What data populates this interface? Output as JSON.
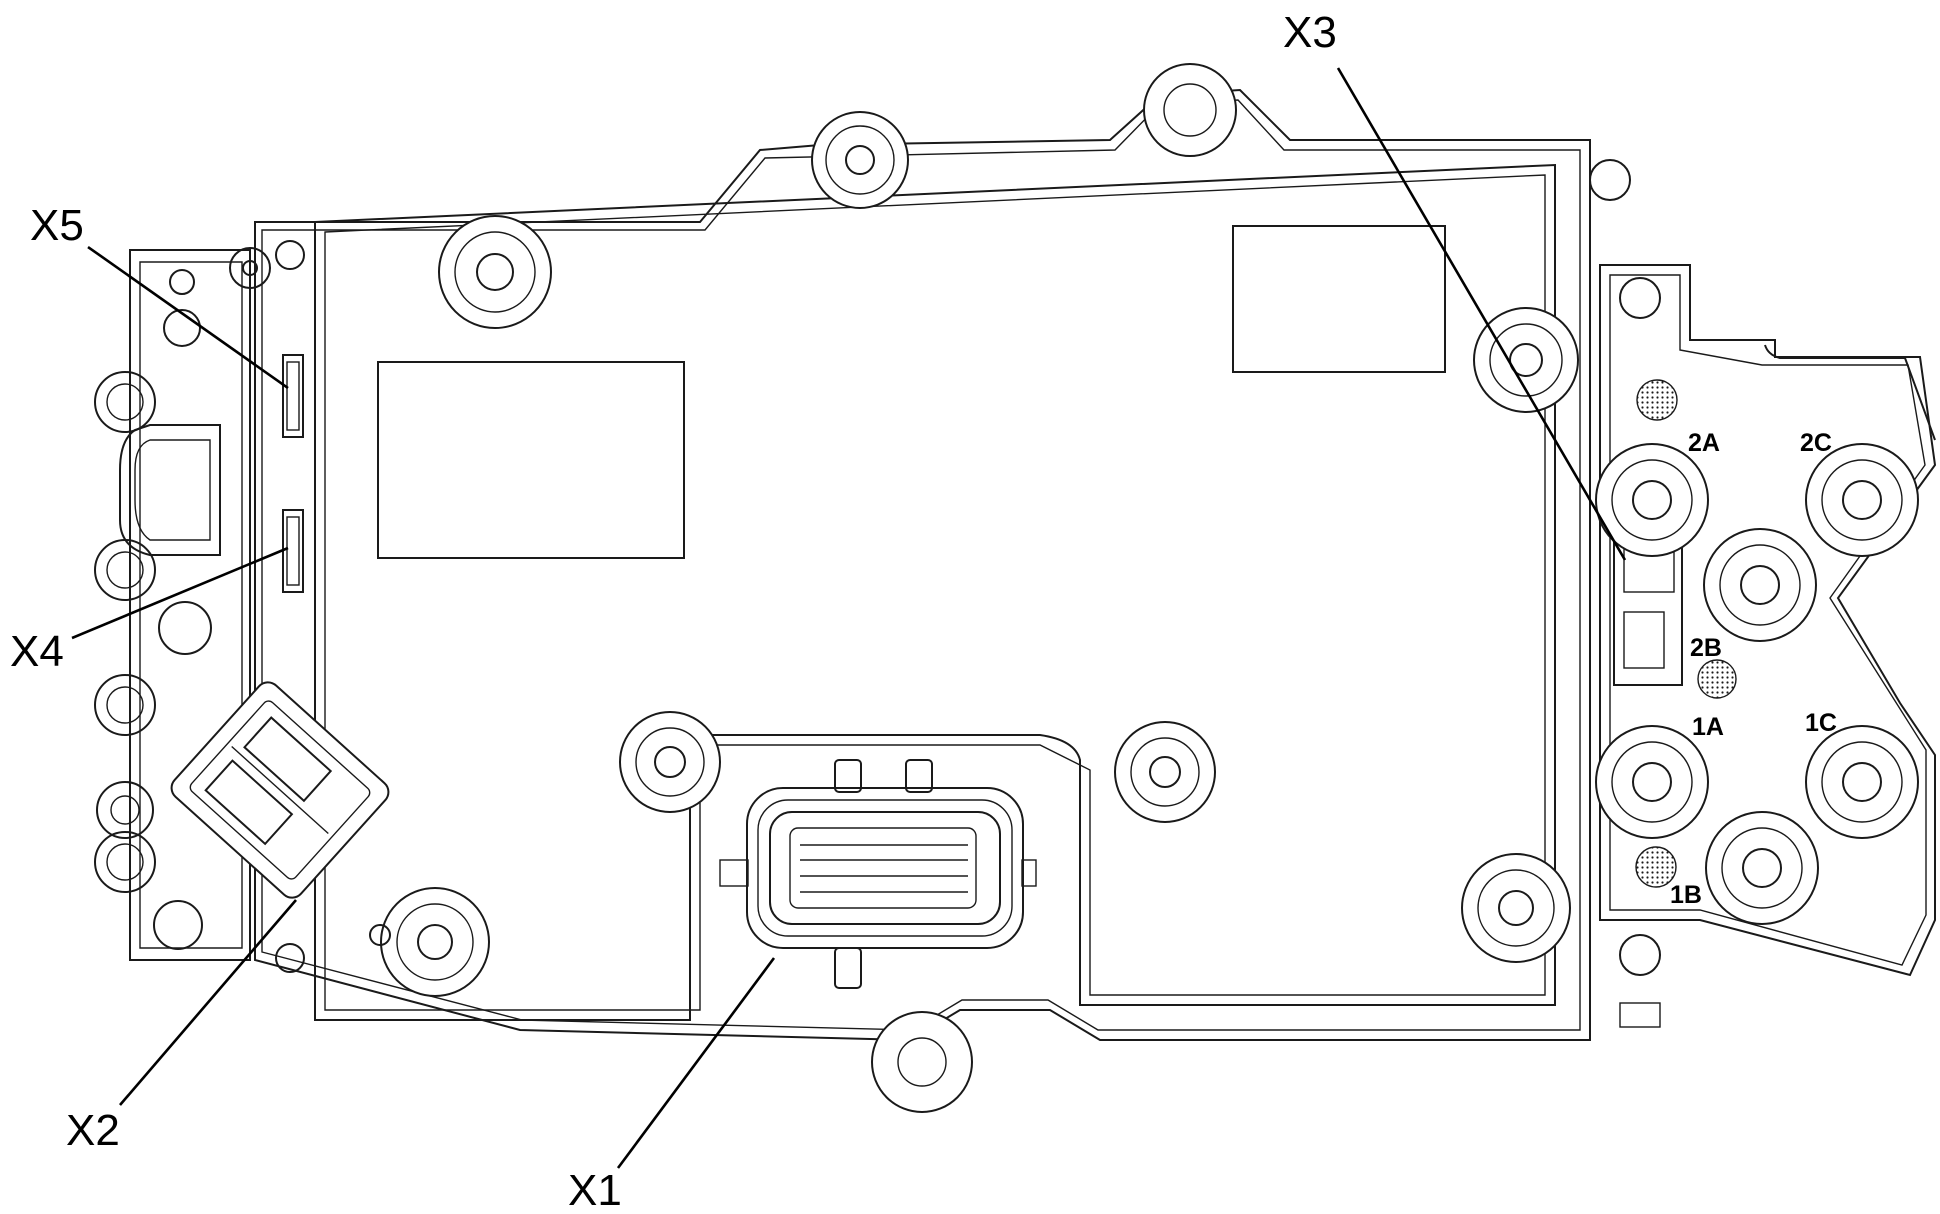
{
  "callouts": {
    "x1": "X1",
    "x2": "X2",
    "x3": "X3",
    "x4": "X4",
    "x5": "X5"
  },
  "terminals": {
    "t2a": "2A",
    "t2b": "2B",
    "t2c": "2C",
    "t1a": "1A",
    "t1b": "1B",
    "t1c": "1C"
  }
}
